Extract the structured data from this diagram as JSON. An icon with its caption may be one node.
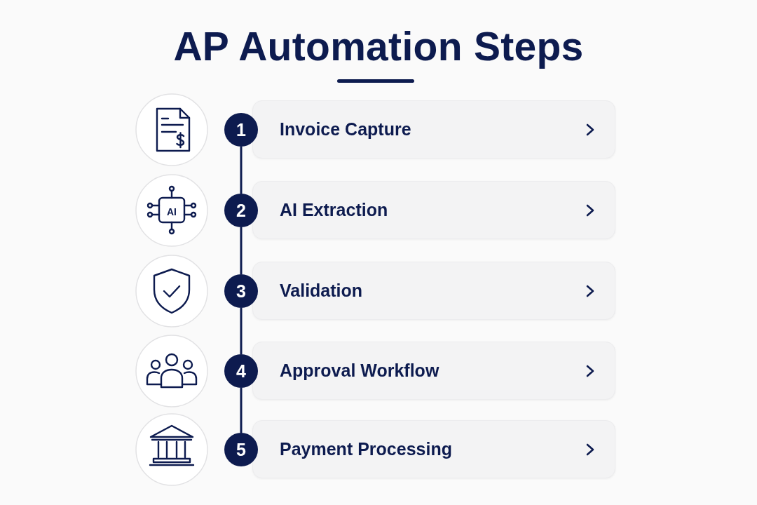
{
  "diagram": {
    "title": "AP Automation Steps",
    "nodes": [
      {
        "text": [
          "1"
        ]
      },
      {
        "text": [
          "Invoice Capture"
        ]
      },
      {
        "text": [
          "2"
        ]
      },
      {
        "text": [
          "AI Extraction"
        ]
      },
      {
        "text": [
          "3"
        ]
      },
      {
        "text": [
          "Validation"
        ]
      },
      {
        "text": [
          "4"
        ]
      },
      {
        "text": [
          "Approval Workflow"
        ]
      },
      {
        "text": [
          "5"
        ]
      },
      {
        "text": [
          "Payment Processing"
        ]
      }
    ],
    "edges": [
      {
        "from": 0,
        "to": 2,
        "arrow": "none"
      },
      {
        "from": 2,
        "to": 4,
        "arrow": "none"
      },
      {
        "from": 4,
        "to": 6,
        "arrow": "none"
      },
      {
        "from": 6,
        "to": 8,
        "arrow": "none"
      }
    ],
    "labels": [
      "AI"
    ]
  }
}
